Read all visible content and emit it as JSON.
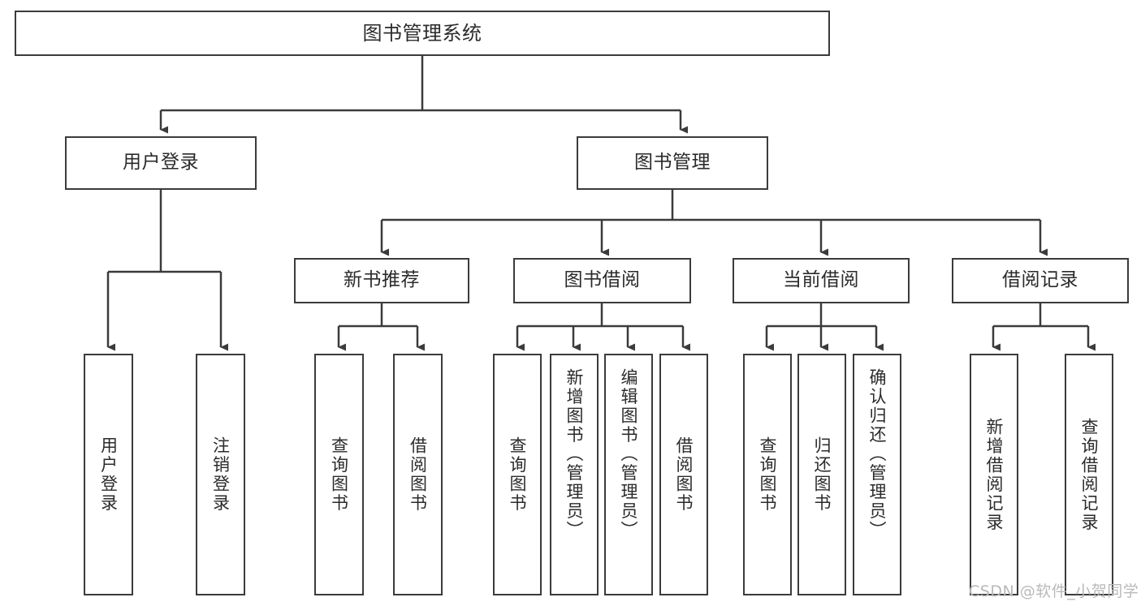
{
  "diagram": {
    "title": "图书管理系统",
    "type": "tree-hierarchy-diagram",
    "watermark": "CSDN @软件_小贺同学",
    "colors": {
      "box_border": "#3b3b3b",
      "box_fill": "#ffffff",
      "edge": "#3b3b3b",
      "text": "#2b2b2b",
      "watermark": "#b9b9b9",
      "background": "#ffffff"
    },
    "nodes": {
      "root": {
        "label": "图书管理系统"
      },
      "level2": [
        {
          "id": "user-login",
          "label": "用户登录"
        },
        {
          "id": "book-management",
          "label": "图书管理"
        }
      ],
      "level3": [
        {
          "id": "new-book-recommend",
          "label": "新书推荐"
        },
        {
          "id": "book-borrow",
          "label": "图书借阅"
        },
        {
          "id": "current-borrow",
          "label": "当前借阅"
        },
        {
          "id": "borrow-record",
          "label": "借阅记录"
        }
      ],
      "leaves": {
        "user-login": [
          {
            "id": "leaf-user-login",
            "label": "用户登录"
          },
          {
            "id": "leaf-logout-login",
            "label": "注销登录"
          }
        ],
        "new-book-recommend": [
          {
            "id": "leaf-query-book-1",
            "label": "查询图书"
          },
          {
            "id": "leaf-borrow-book-1",
            "label": "借阅图书"
          }
        ],
        "book-borrow": [
          {
            "id": "leaf-query-book-2",
            "label": "查询图书"
          },
          {
            "id": "leaf-add-book-admin",
            "label": "新增图书（管理员）"
          },
          {
            "id": "leaf-edit-book-admin",
            "label": "编辑图书（管理员）"
          },
          {
            "id": "leaf-borrow-book-2",
            "label": "借阅图书"
          }
        ],
        "current-borrow": [
          {
            "id": "leaf-query-book-3",
            "label": "查询图书"
          },
          {
            "id": "leaf-return-book",
            "label": "归还图书"
          },
          {
            "id": "leaf-confirm-return-admin",
            "label": "确认归还（管理员）"
          }
        ],
        "borrow-record": [
          {
            "id": "leaf-add-borrow-record",
            "label": "新增借阅记录"
          },
          {
            "id": "leaf-query-borrow-record",
            "label": "查询借阅记录"
          }
        ]
      }
    }
  }
}
